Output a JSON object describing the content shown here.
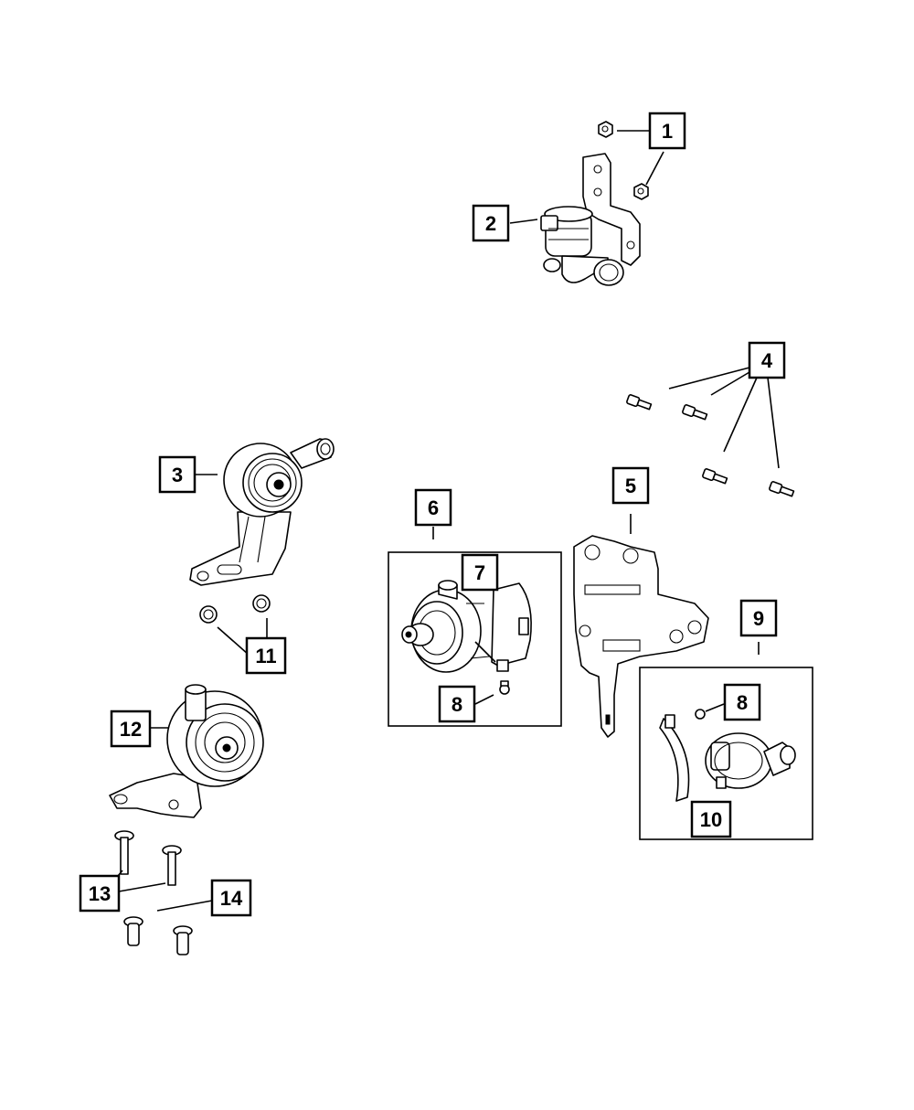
{
  "callouts": {
    "c1": "1",
    "c2": "2",
    "c3": "3",
    "c4": "4",
    "c5": "5",
    "c6": "6",
    "c7": "7",
    "c8a": "8",
    "c8b": "8",
    "c9": "9",
    "c10": "10",
    "c11": "11",
    "c12": "12",
    "c13": "13",
    "c14": "14"
  }
}
